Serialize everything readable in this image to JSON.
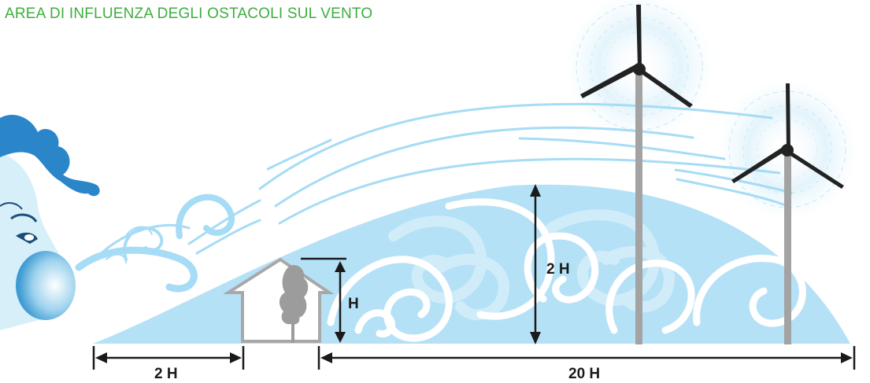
{
  "title": "AREA DI INFLUENZA DEGLI OSTACOLI SUL VENTO",
  "labels": {
    "obstacle_height": "H",
    "turbulence_height": "2 H",
    "upwind_distance": "2 H",
    "downwind_distance": "20 H"
  },
  "colors": {
    "title": "#3dae3f",
    "wind_light": "#a6dcf5",
    "turbulence_zone": "#b5e1f6",
    "face": "#d7eff9",
    "hair": "#2a86c8",
    "turbine_blade": "#222222",
    "turbine_tower": "#a3a3a3",
    "house_outline": "#a8a8a8",
    "tree": "#9c9c9c",
    "dimension_lines": "#1a1a1a"
  },
  "icons": [
    "wind-face-icon",
    "house-icon",
    "tree-icon",
    "wind-turbine-icon",
    "wind-turbine-icon"
  ]
}
